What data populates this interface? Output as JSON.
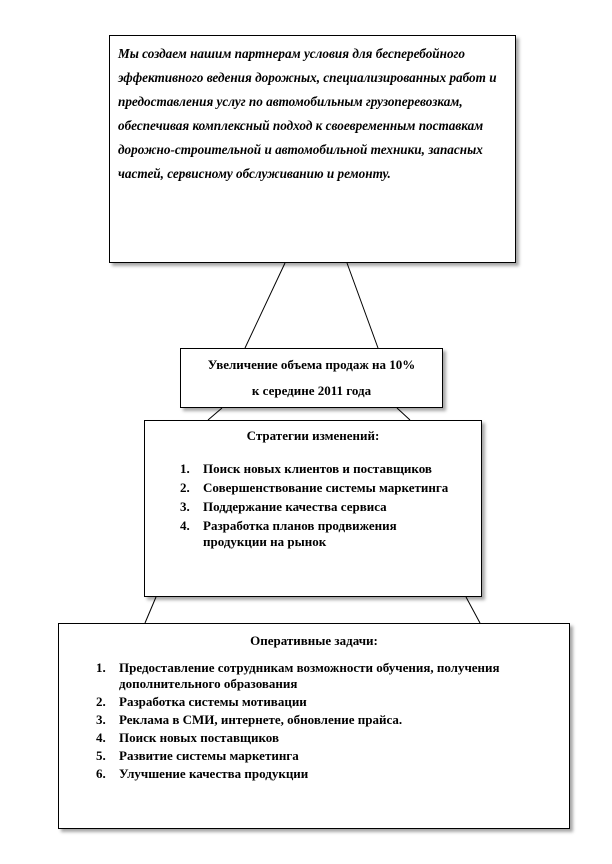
{
  "mission": {
    "text": "Мы создаем нашим партнерам условия для бесперебойного эффективного ведения дорожных, специализированных работ и предоставления услуг по автомобильным грузоперевозкам, обеспечивая комплексный подход к своевременным поставкам дорожно-строительной и автомобильной техники, запасных частей, сервисному обслуживанию и ремонту."
  },
  "goal": {
    "line1": "Увеличение объема продаж на 10%",
    "line2": "к середине 2011 года"
  },
  "strategy": {
    "title": "Стратегии изменений:",
    "items": [
      {
        "num": "1.",
        "text": "Поиск новых клиентов и поставщиков"
      },
      {
        "num": "2.",
        "text": "Совершенствование системы маркетинга"
      },
      {
        "num": "3.",
        "text": "Поддержание качества сервиса"
      },
      {
        "num": "4.",
        "text": "Разработка планов продвижения продукции на рынок"
      }
    ]
  },
  "tasks": {
    "title": "Оперативные задачи:",
    "items": [
      {
        "num": "1.",
        "text": "Предоставление сотрудникам возможности обучения, получения дополнительного образования"
      },
      {
        "num": "2.",
        "text": "Разработка системы мотивации"
      },
      {
        "num": "3.",
        "text": "Реклама в СМИ, интернете, обновление прайса."
      },
      {
        "num": "4.",
        "text": "Поиск новых поставщиков"
      },
      {
        "num": "5.",
        "text": "Развитие системы маркетинга"
      },
      {
        "num": "6.",
        "text": "Улучшение качества продукции"
      }
    ]
  }
}
